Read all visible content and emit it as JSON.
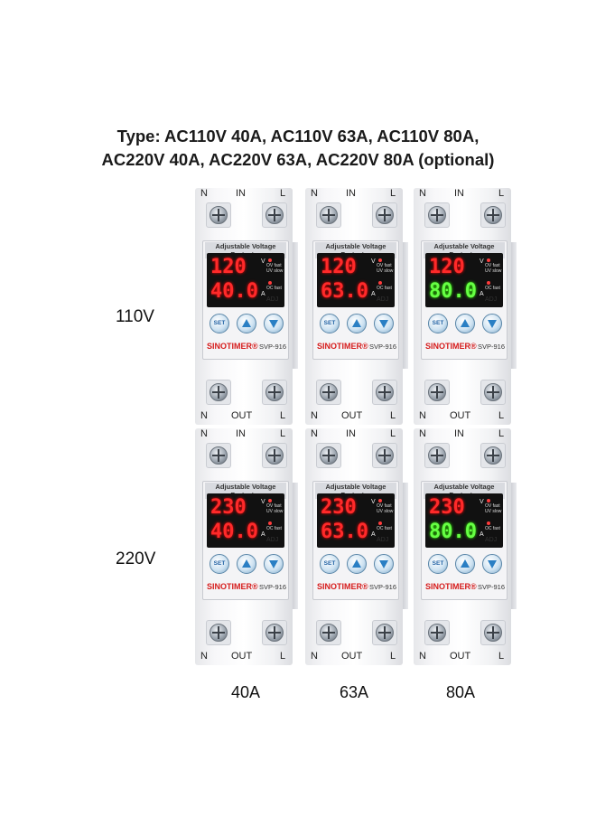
{
  "title": {
    "line1": "Type: AC110V 40A, AC110V 63A, AC110V 80A,",
    "line2": "AC220V 40A, AC220V 63A, AC220V 80A (optional)"
  },
  "rows": [
    "110V",
    "220V"
  ],
  "columns": [
    "40A",
    "63A",
    "80A"
  ],
  "device": {
    "panel_title": "Adjustable Voltage Protector",
    "brand": "SINOTIMER®",
    "model": "SVP-916",
    "set_label": "SET",
    "adj_label": "ADJ",
    "v_unit": "V",
    "a_unit": "A",
    "ov_fast": "OV fast",
    "uv_slow": "UV slow",
    "oc_fast": "OC fast",
    "top_terminals": {
      "n": "N",
      "in": "IN",
      "l": "L"
    },
    "bottom_terminals": {
      "n": "N",
      "out": "OUT",
      "l": "L"
    }
  },
  "devices": [
    {
      "voltage": "120",
      "current": "40.0",
      "current_color": "red"
    },
    {
      "voltage": "120",
      "current": "63.0",
      "current_color": "red"
    },
    {
      "voltage": "120",
      "current": "80.0",
      "current_color": "green"
    },
    {
      "voltage": "230",
      "current": "40.0",
      "current_color": "red"
    },
    {
      "voltage": "230",
      "current": "63.0",
      "current_color": "red"
    },
    {
      "voltage": "230",
      "current": "80.0",
      "current_color": "green"
    }
  ]
}
